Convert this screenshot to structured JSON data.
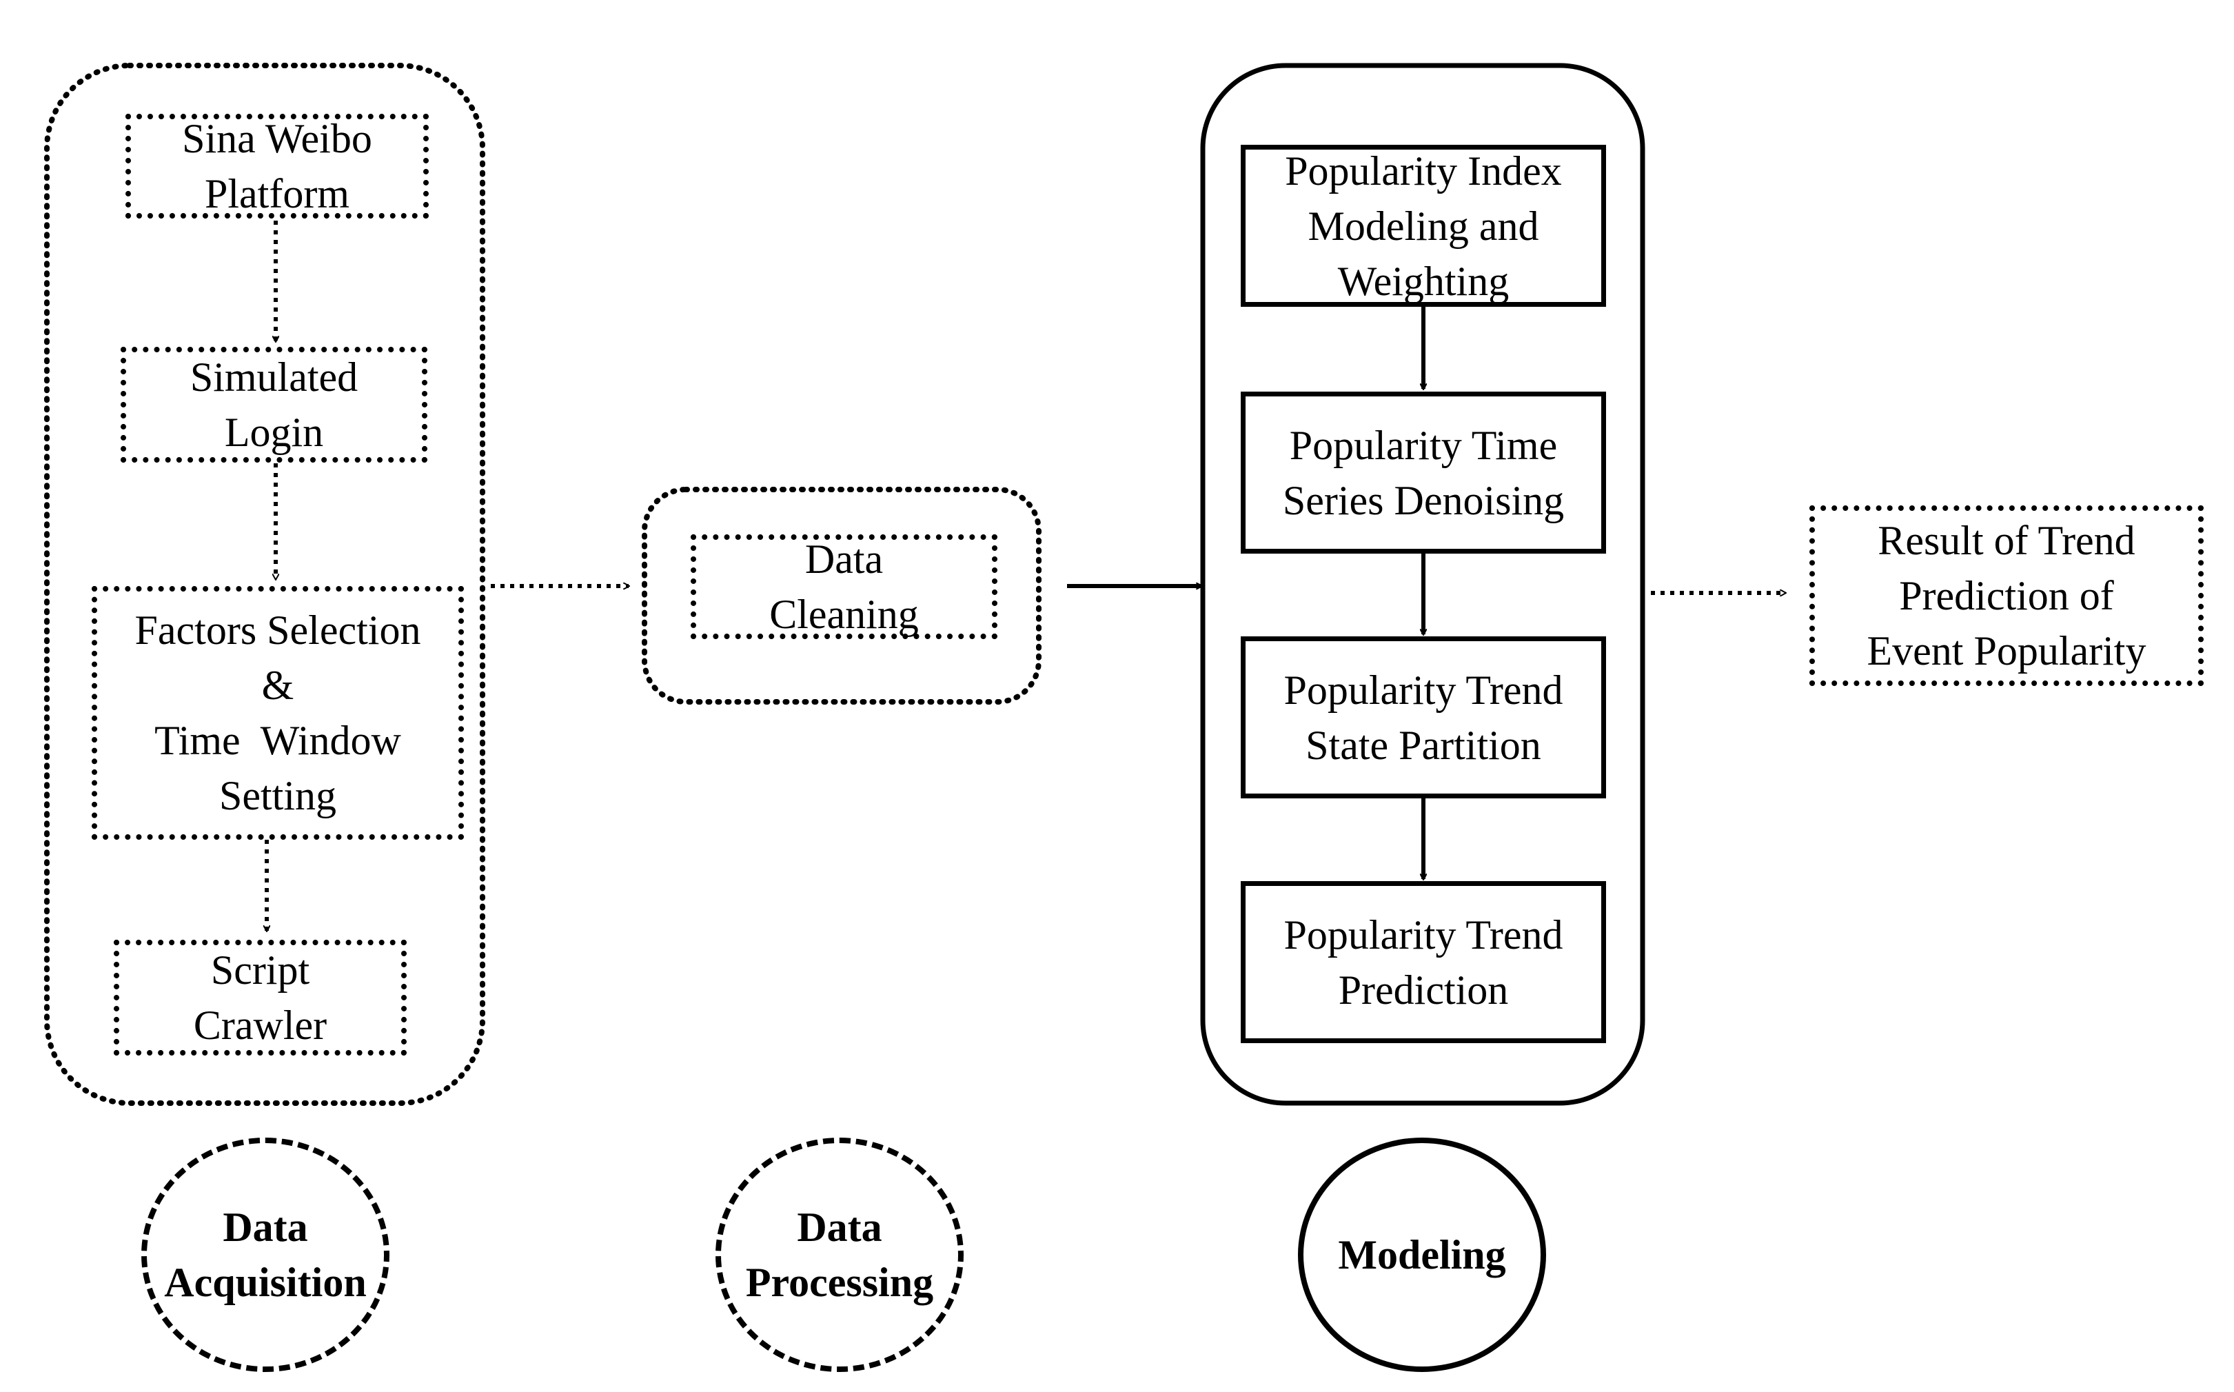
{
  "acquisition": {
    "steps": [
      "Sina Weibo Platform",
      "Simulated Login",
      "Factors Selection & Time Window Setting",
      "Script Crawler"
    ],
    "steps_lines": [
      [
        "Sina Weibo",
        "Platform"
      ],
      [
        "Simulated",
        "Login"
      ],
      [
        "Factors Selection",
        "&",
        "Time  Window",
        "Setting"
      ],
      [
        "Script",
        "Crawler"
      ]
    ],
    "stage_label": [
      "Data",
      "Acquisition"
    ]
  },
  "processing": {
    "step_lines": [
      "Data",
      "Cleaning"
    ],
    "stage_label": [
      "Data",
      "Processing"
    ]
  },
  "modeling": {
    "steps_lines": [
      [
        "Popularity Index",
        "Modeling and",
        "Weighting"
      ],
      [
        "Popularity Time",
        "Series Denoising"
      ],
      [
        "Popularity Trend",
        "State Partition"
      ],
      [
        "Popularity Trend",
        "Prediction"
      ]
    ],
    "stage_label": [
      "Modeling"
    ]
  },
  "result": {
    "lines": [
      "Result of Trend",
      "Prediction of",
      "Event Popularity"
    ]
  }
}
